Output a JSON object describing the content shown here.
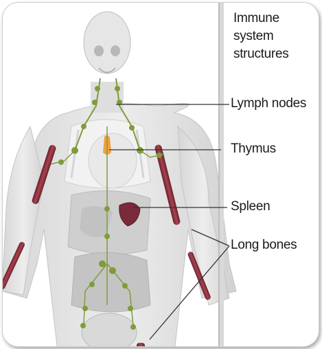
{
  "title_lines": [
    "Immune",
    "system",
    "structures"
  ],
  "labels": {
    "lymph_nodes": "Lymph nodes",
    "thymus": "Thymus",
    "spleen": "Spleen",
    "long_bones": "Long bones"
  },
  "colors": {
    "body": "#e4e4e4",
    "organs": "#c9c9c9",
    "lymph": "#7f9c3a",
    "thymus": "#f0a040",
    "spleen": "#7a2a3a",
    "bone": "#8c2f3a",
    "divider": "#bdbdbd"
  }
}
